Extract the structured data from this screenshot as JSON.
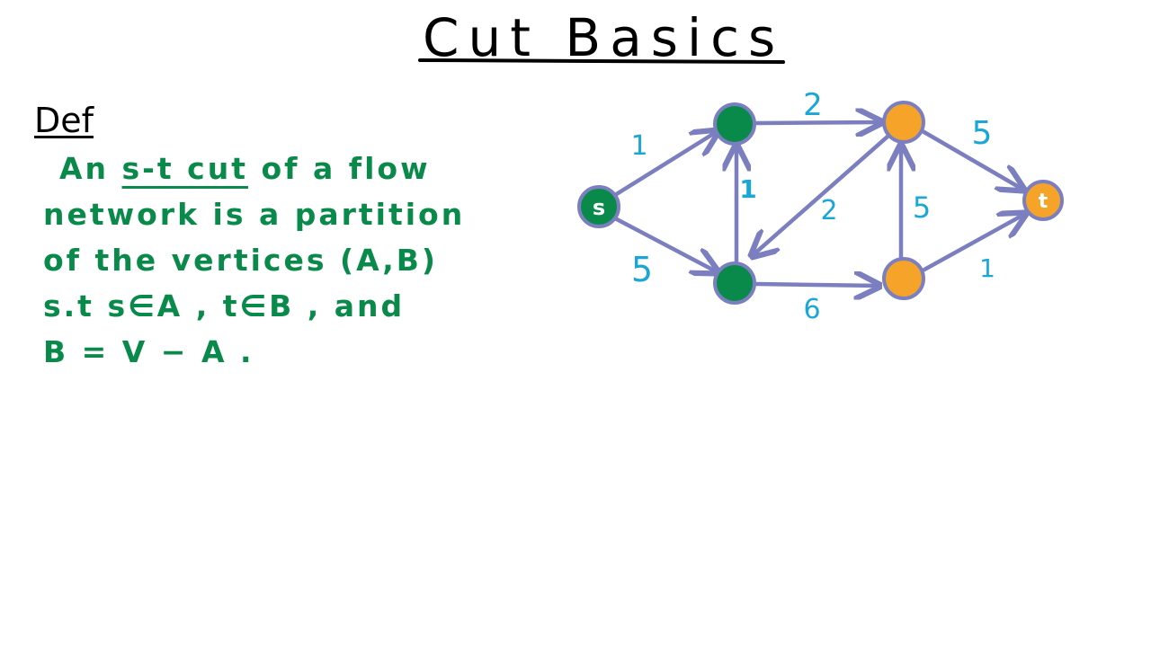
{
  "title": "Cut Basics",
  "definition": {
    "label": "Def",
    "line1_pre": "An ",
    "line1_term": "s-t cut",
    "line1_post": " of a flow",
    "line2": "network is a partition",
    "line3": "of the vertices (A,B)",
    "line4": "s.t s∈A , t∈B , and",
    "line5": "B = V − A ."
  },
  "graph": {
    "colors": {
      "set_a": "#0a8a4a",
      "set_b": "#f6a32a",
      "edge": "#7b7fc0",
      "node_border": "#7b7fc0",
      "capacity": "#1aa7d8"
    },
    "nodes": {
      "s": "s",
      "t": "t"
    },
    "capacities": {
      "s_to_top": "1",
      "s_to_bottom": "5",
      "bottom_to_top": "1",
      "top_to_right_top": "2",
      "right_top_to_bottom": "2",
      "bottom_to_right_bottom": "6",
      "right_bottom_to_right_top": "5",
      "right_top_to_t": "5",
      "right_bottom_to_t": "1"
    }
  }
}
